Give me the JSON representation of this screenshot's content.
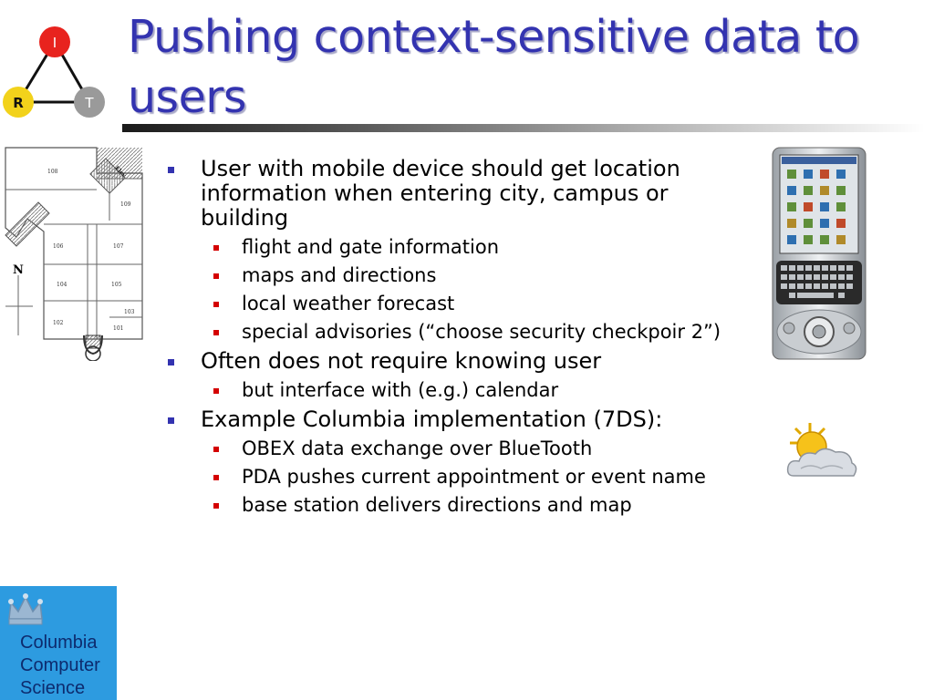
{
  "slide": {
    "title": "Pushing context-sensitive data to users",
    "bullets": [
      {
        "text": "User with mobile device should get location information when entering city, campus or building",
        "sub": [
          "flight and gate information",
          "maps and directions",
          "local weather forecast",
          "special advisories (“choose security checkpoir 2”)"
        ]
      },
      {
        "text": "Often does not require knowing user",
        "sub": [
          "but interface with (e.g.) calendar"
        ]
      },
      {
        "text": "Example Columbia implementation (7DS):",
        "sub": [
          "OBEX data exchange over BlueTooth",
          "PDA pushes current appointment or event name",
          "base station delivers directions and map"
        ]
      }
    ]
  },
  "irt_logo": {
    "top": "I",
    "left": "R",
    "right": "T",
    "colors": {
      "I": "#e8231e",
      "R": "#f2d21b",
      "T": "#9a9a9a"
    }
  },
  "floorplan": {
    "north": "N",
    "rooms": [
      "108",
      "109",
      "106",
      "107",
      "104",
      "105",
      "103",
      "102",
      "101",
      "Elev"
    ]
  },
  "columbia_logo": {
    "lines": [
      "Columbia",
      "Computer",
      "Science"
    ],
    "background": "#2d9be0"
  },
  "icons": {
    "pda": "pda-device-icon",
    "weather": "partly-cloudy-icon",
    "crown": "crown-icon"
  },
  "colors": {
    "title": "#3333b0",
    "bullet_l1": "#3333b0",
    "bullet_l2": "#d40000"
  }
}
